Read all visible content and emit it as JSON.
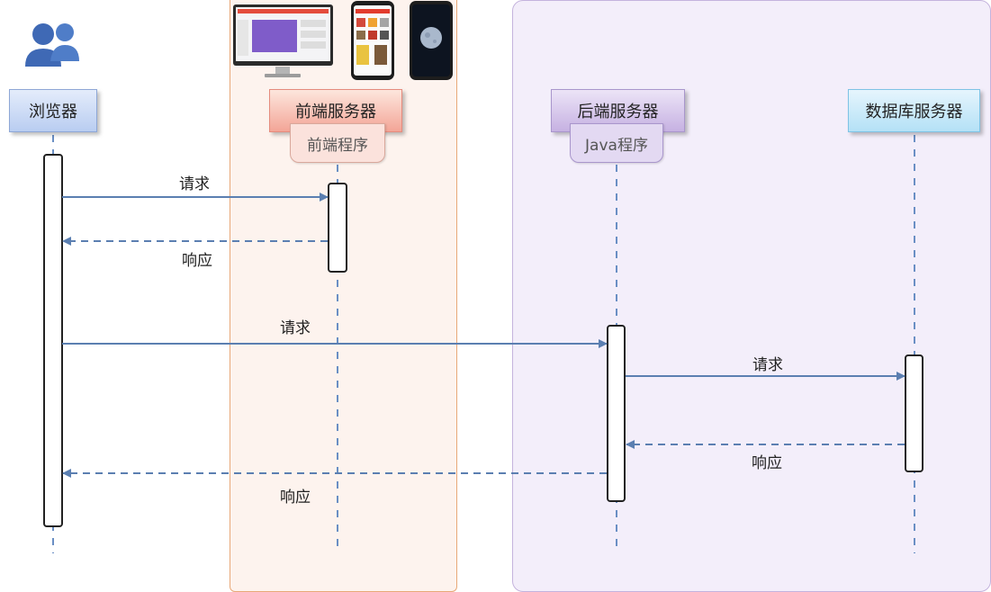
{
  "actors": {
    "browser": "浏览器",
    "frontend": "前端服务器",
    "backend": "后端服务器",
    "database": "数据库服务器"
  },
  "programs": {
    "frontend": "前端程序",
    "backend": "Java程序"
  },
  "messages": {
    "req1": "请求",
    "resp1": "响应",
    "req2": "请求",
    "req3": "请求",
    "resp3": "响应",
    "resp2": "响应"
  },
  "colors": {
    "arrow": "#5b7fb1",
    "frontend_zone": "#fdf3ee",
    "backend_zone": "#f3eefa",
    "lifeline": "#6a8fc4"
  },
  "icons": [
    "users-icon",
    "desktop-monitor-icon",
    "smartphone-shop-icon",
    "smartphone-moon-icon"
  ]
}
